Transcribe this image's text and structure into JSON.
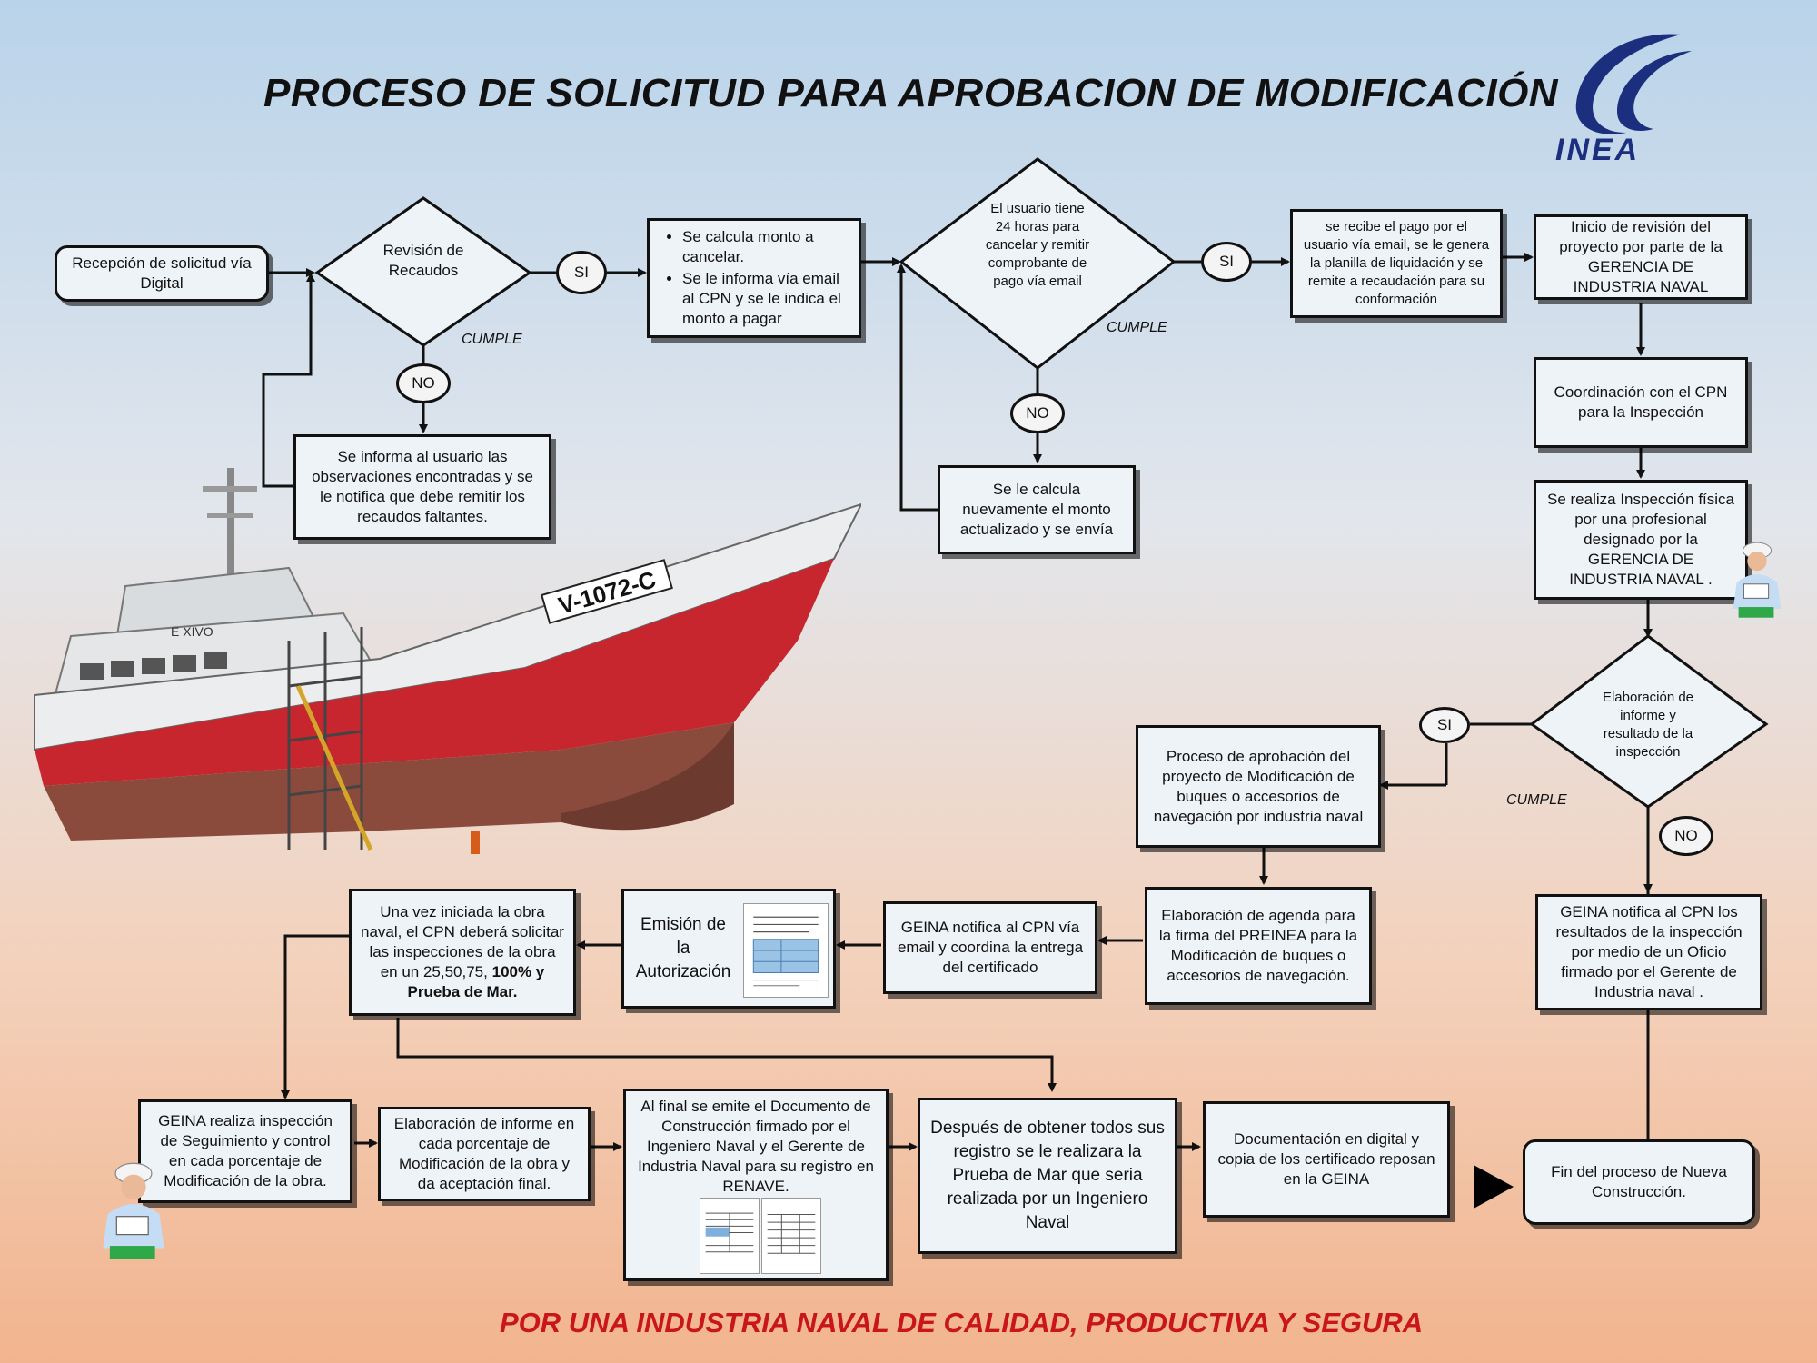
{
  "title": "PROCESO DE SOLICITUD PARA APROBACION DE MODIFICACIÓN",
  "logo": {
    "text": "INEA",
    "color": "#1b2f7e"
  },
  "footer": "POR UNA INDUSTRIA NAVAL DE CALIDAD, PRODUCTIVA Y SEGURA",
  "colors": {
    "footer": "#c8161b",
    "box_border": "#111111",
    "box_fill": "#eef3f8"
  },
  "nodes": {
    "recepcion": "Recepción de solicitud vía Digital",
    "revision_recaudos": "Revisión de Recaudos",
    "calculo_monto": [
      "Se calcula monto a cancelar.",
      "Se le informa vía email al CPN y se le indica el monto a pagar"
    ],
    "usuario_24h": "El usuario tiene 24 horas para cancelar y remitir comprobante de pago vía email",
    "pago_recibido": "se recibe el pago por el usuario vía email, se le genera la planilla de liquidación y se remite a recaudación para su conformación",
    "inicio_revision": "Inicio de revisión del proyecto por parte de la GERENCIA DE INDUSTRIA NAVAL",
    "informa_observaciones": "Se informa al usuario las observaciones encontradas y se le notifica que debe remitir los recaudos faltantes.",
    "recalculo": "Se le calcula nuevamente el monto actualizado y se envía",
    "coordinacion": "Coordinación con el CPN para la Inspección",
    "inspeccion_fisica": "Se realiza Inspección física por una profesional designado por la GERENCIA DE INDUSTRIA NAVAL .",
    "elaboracion_informe": "Elaboración de informe y resultado de la inspección",
    "proceso_aprobacion": "Proceso de aprobación del proyecto de Modificación de buques o accesorios de navegación por industria naval",
    "agenda": "Elaboración de agenda para la firma del PREINEA para la Modificación de buques o accesorios de navegación.",
    "notifica_certificado": "GEINA notifica al CPN vía email y coordina la entrega del certificado",
    "emision": "Emisión de la Autorización",
    "inspecciones_obra": "Una vez iniciada la obra naval, el CPN deberá solicitar las inspecciones de la obra en un 25,50,75,",
    "inspecciones_obra_bold": "100% y Prueba de Mar.",
    "notifica_resultados": "GEINA notifica al CPN los resultados de la inspección por medio de un Oficio firmado por el Gerente de Industria naval .",
    "seguimiento": "GEINA realiza inspección de Seguimiento y control en cada porcentaje de Modificación de la obra.",
    "informe_final": "Elaboración de informe en cada porcentaje de Modificación de la obra y da aceptación final.",
    "documento_final": "Al final se emite el Documento de Construcción firmado por el Ingeniero Naval y el Gerente de Industria Naval para su registro en RENAVE.",
    "prueba_mar": "Después de obtener todos sus registro se le realizara la Prueba de Mar que seria realizada por un Ingeniero Naval",
    "documentacion": "Documentación en digital y copia de los certificado reposan en la GEINA",
    "fin": "Fin del proceso de Nueva Construcción."
  },
  "labels": {
    "si": "SI",
    "no": "NO",
    "cumple": "CUMPLE"
  },
  "ship": {
    "hull_text": "V-1072-C",
    "name_text": "E XIVO"
  }
}
